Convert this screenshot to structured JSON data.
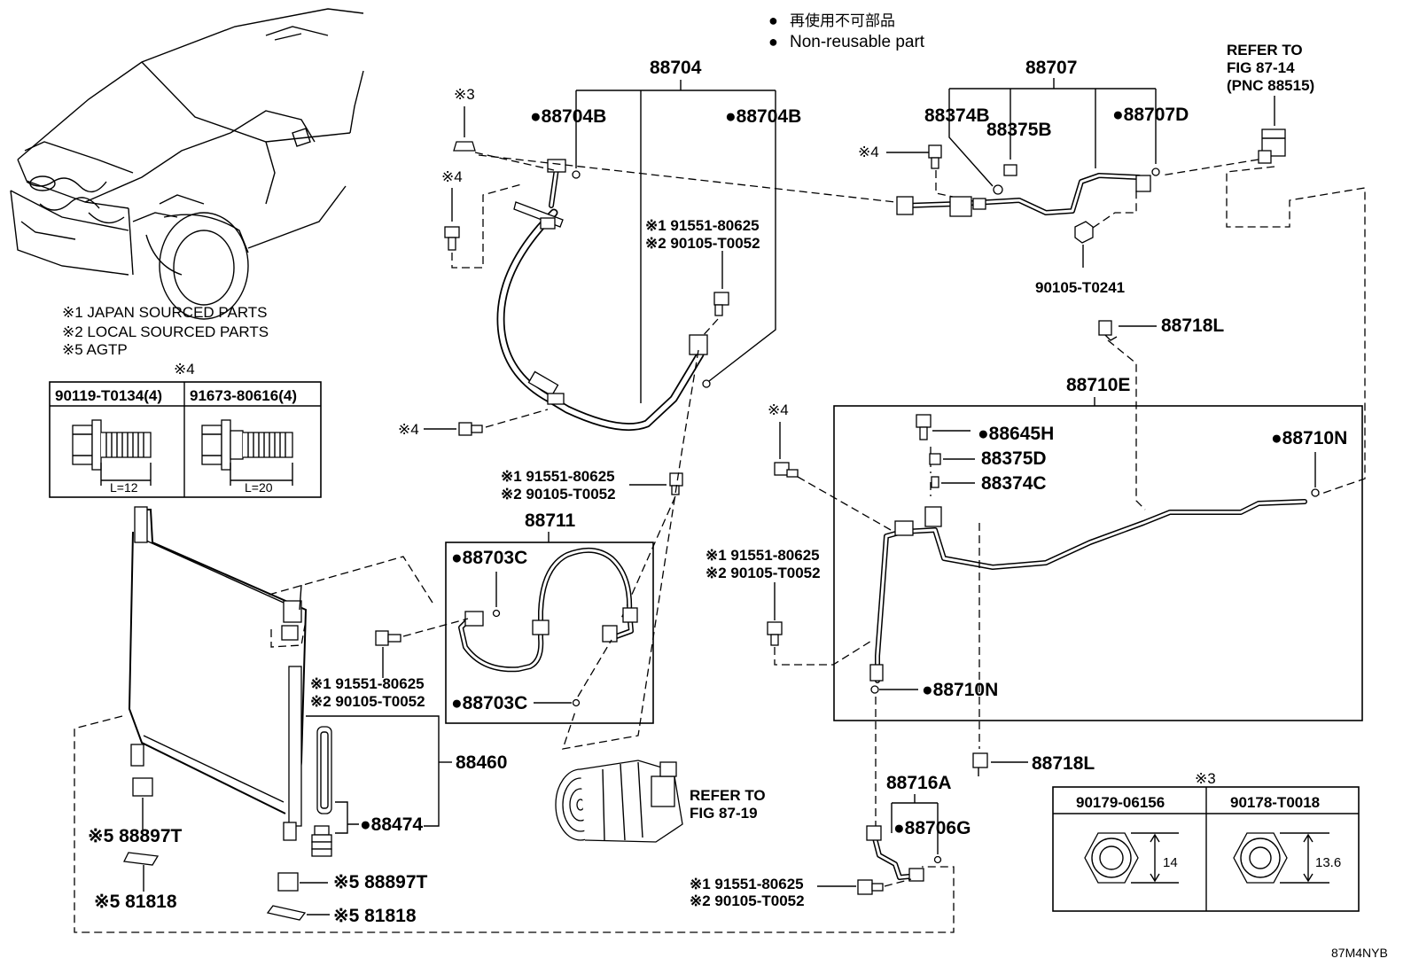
{
  "legend": {
    "bullet": "●",
    "japanese": "再使用不可部品",
    "english": "Non-reusable part"
  },
  "notes": {
    "n1": "※1 JAPAN SOURCED PARTS",
    "n2": "※2 LOCAL SOURCED PARTS",
    "n5": "※5 AGTP"
  },
  "boltTable": {
    "marker": "※4",
    "headers": [
      "90119-T0134(4)",
      "91673-80616(4)"
    ],
    "dims": [
      "L=12",
      "L=20"
    ]
  },
  "nutTable": {
    "marker": "※3",
    "headers": [
      "90179-06156",
      "90178-T0018"
    ],
    "dims": [
      "14",
      "13.6"
    ]
  },
  "labels": {
    "p88704": "88704",
    "p88704B_a": "●88704B",
    "p88704B_b": "●88704B",
    "m3": "※3",
    "m4_top": "※4",
    "m4_hose": "※4",
    "m4_liquid": "※4",
    "m4_88707": "※4",
    "bolt1_l1": "※1 91551-80625",
    "bolt1_l2": "※2 90105-T0052",
    "bolt2_l1": "※1 91551-80625",
    "bolt2_l2": "※2 90105-T0052",
    "bolt3_l1": "※1 91551-80625",
    "bolt3_l2": "※2 90105-T0052",
    "bolt4_l1": "※1 91551-80625",
    "bolt4_l2": "※2 90105-T0052",
    "bolt5_l1": "※1 91551-80625",
    "bolt5_l2": "※2 90105-T0052",
    "p88707": "88707",
    "p88374B": "88374B",
    "p88375B": "88375B",
    "p88707D": "●88707D",
    "p90105T0241": "90105-T0241",
    "refer1_l1": "REFER TO",
    "refer1_l2": "FIG 87-14",
    "refer1_l3": "(PNC 88515)",
    "p88718L_a": "88718L",
    "p88718L_b": "88718L",
    "p88710E": "88710E",
    "p88645H": "●88645H",
    "p88375D": "88375D",
    "p88374C": "88374C",
    "p88710N_a": "●88710N",
    "p88710N_b": "●88710N",
    "p88711": "88711",
    "p88703C_a": "●88703C",
    "p88703C_b": "●88703C",
    "p88460": "88460",
    "p88474": "●88474",
    "p88897T_a": "※5 88897T",
    "p88897T_b": "※5 88897T",
    "p81818_a": "※5 81818",
    "p81818_b": "※5 81818",
    "refer2_l1": "REFER TO",
    "refer2_l2": "FIG 87-19",
    "p88716A": "88716A",
    "p88706G": "●88706G",
    "figCode": "87M4NYB"
  }
}
